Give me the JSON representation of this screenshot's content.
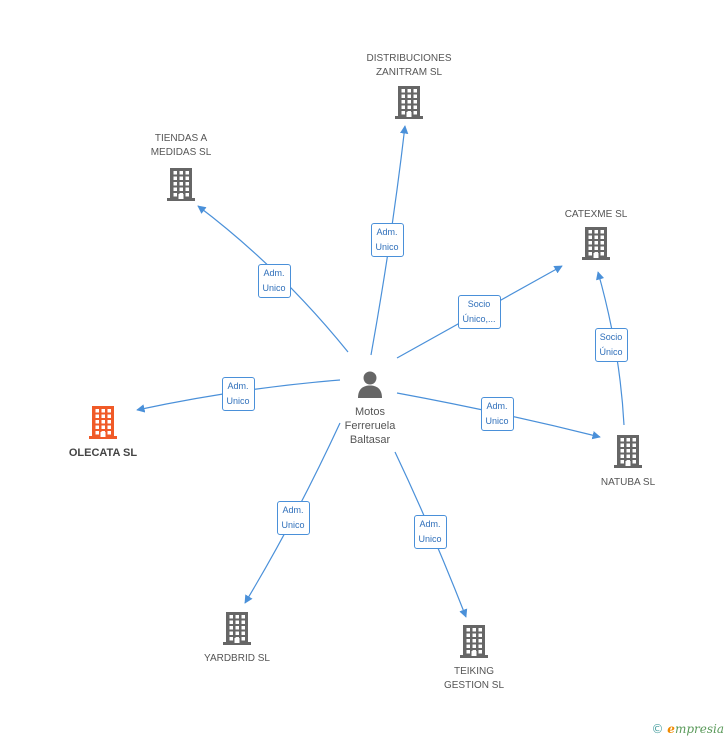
{
  "center": {
    "label_lines": [
      "Motos",
      "Ferreruela",
      "Baltasar"
    ]
  },
  "colors": {
    "edge": "#4a90d9",
    "building": "#666666",
    "highlight": "#f05a28",
    "person": "#666666"
  },
  "nodes": [
    {
      "id": "distribuciones",
      "lines": [
        "DISTRIBUCIONES",
        "ZANITRAM SL"
      ],
      "highlight": false
    },
    {
      "id": "tiendas",
      "lines": [
        "TIENDAS A",
        "MEDIDAS SL"
      ],
      "highlight": false
    },
    {
      "id": "catexme",
      "lines": [
        "CATEXME SL"
      ],
      "highlight": false
    },
    {
      "id": "olecata",
      "lines": [
        "OLECATA SL"
      ],
      "highlight": true
    },
    {
      "id": "natuba",
      "lines": [
        "NATUBA SL"
      ],
      "highlight": false
    },
    {
      "id": "yardbrid",
      "lines": [
        "YARDBRID SL"
      ],
      "highlight": false
    },
    {
      "id": "teiking",
      "lines": [
        "TEIKING",
        "GESTION SL"
      ],
      "highlight": false
    }
  ],
  "edges": [
    {
      "from": "center",
      "to": "distribuciones",
      "label": "Adm.\nUnico"
    },
    {
      "from": "center",
      "to": "tiendas",
      "label": "Adm.\nUnico"
    },
    {
      "from": "center",
      "to": "catexme",
      "label": "Socio\nÚnico,..."
    },
    {
      "from": "center",
      "to": "olecata",
      "label": "Adm.\nUnico"
    },
    {
      "from": "center",
      "to": "natuba",
      "label": "Adm.\nUnico"
    },
    {
      "from": "center",
      "to": "yardbrid",
      "label": "Adm.\nUnico"
    },
    {
      "from": "center",
      "to": "teiking",
      "label": "Adm.\nUnico"
    },
    {
      "from": "natuba",
      "to": "catexme",
      "label": "Socio\nÚnico"
    }
  ],
  "footer": {
    "copyright": "©",
    "brand_initial": "e",
    "brand_rest": "mpresia"
  }
}
